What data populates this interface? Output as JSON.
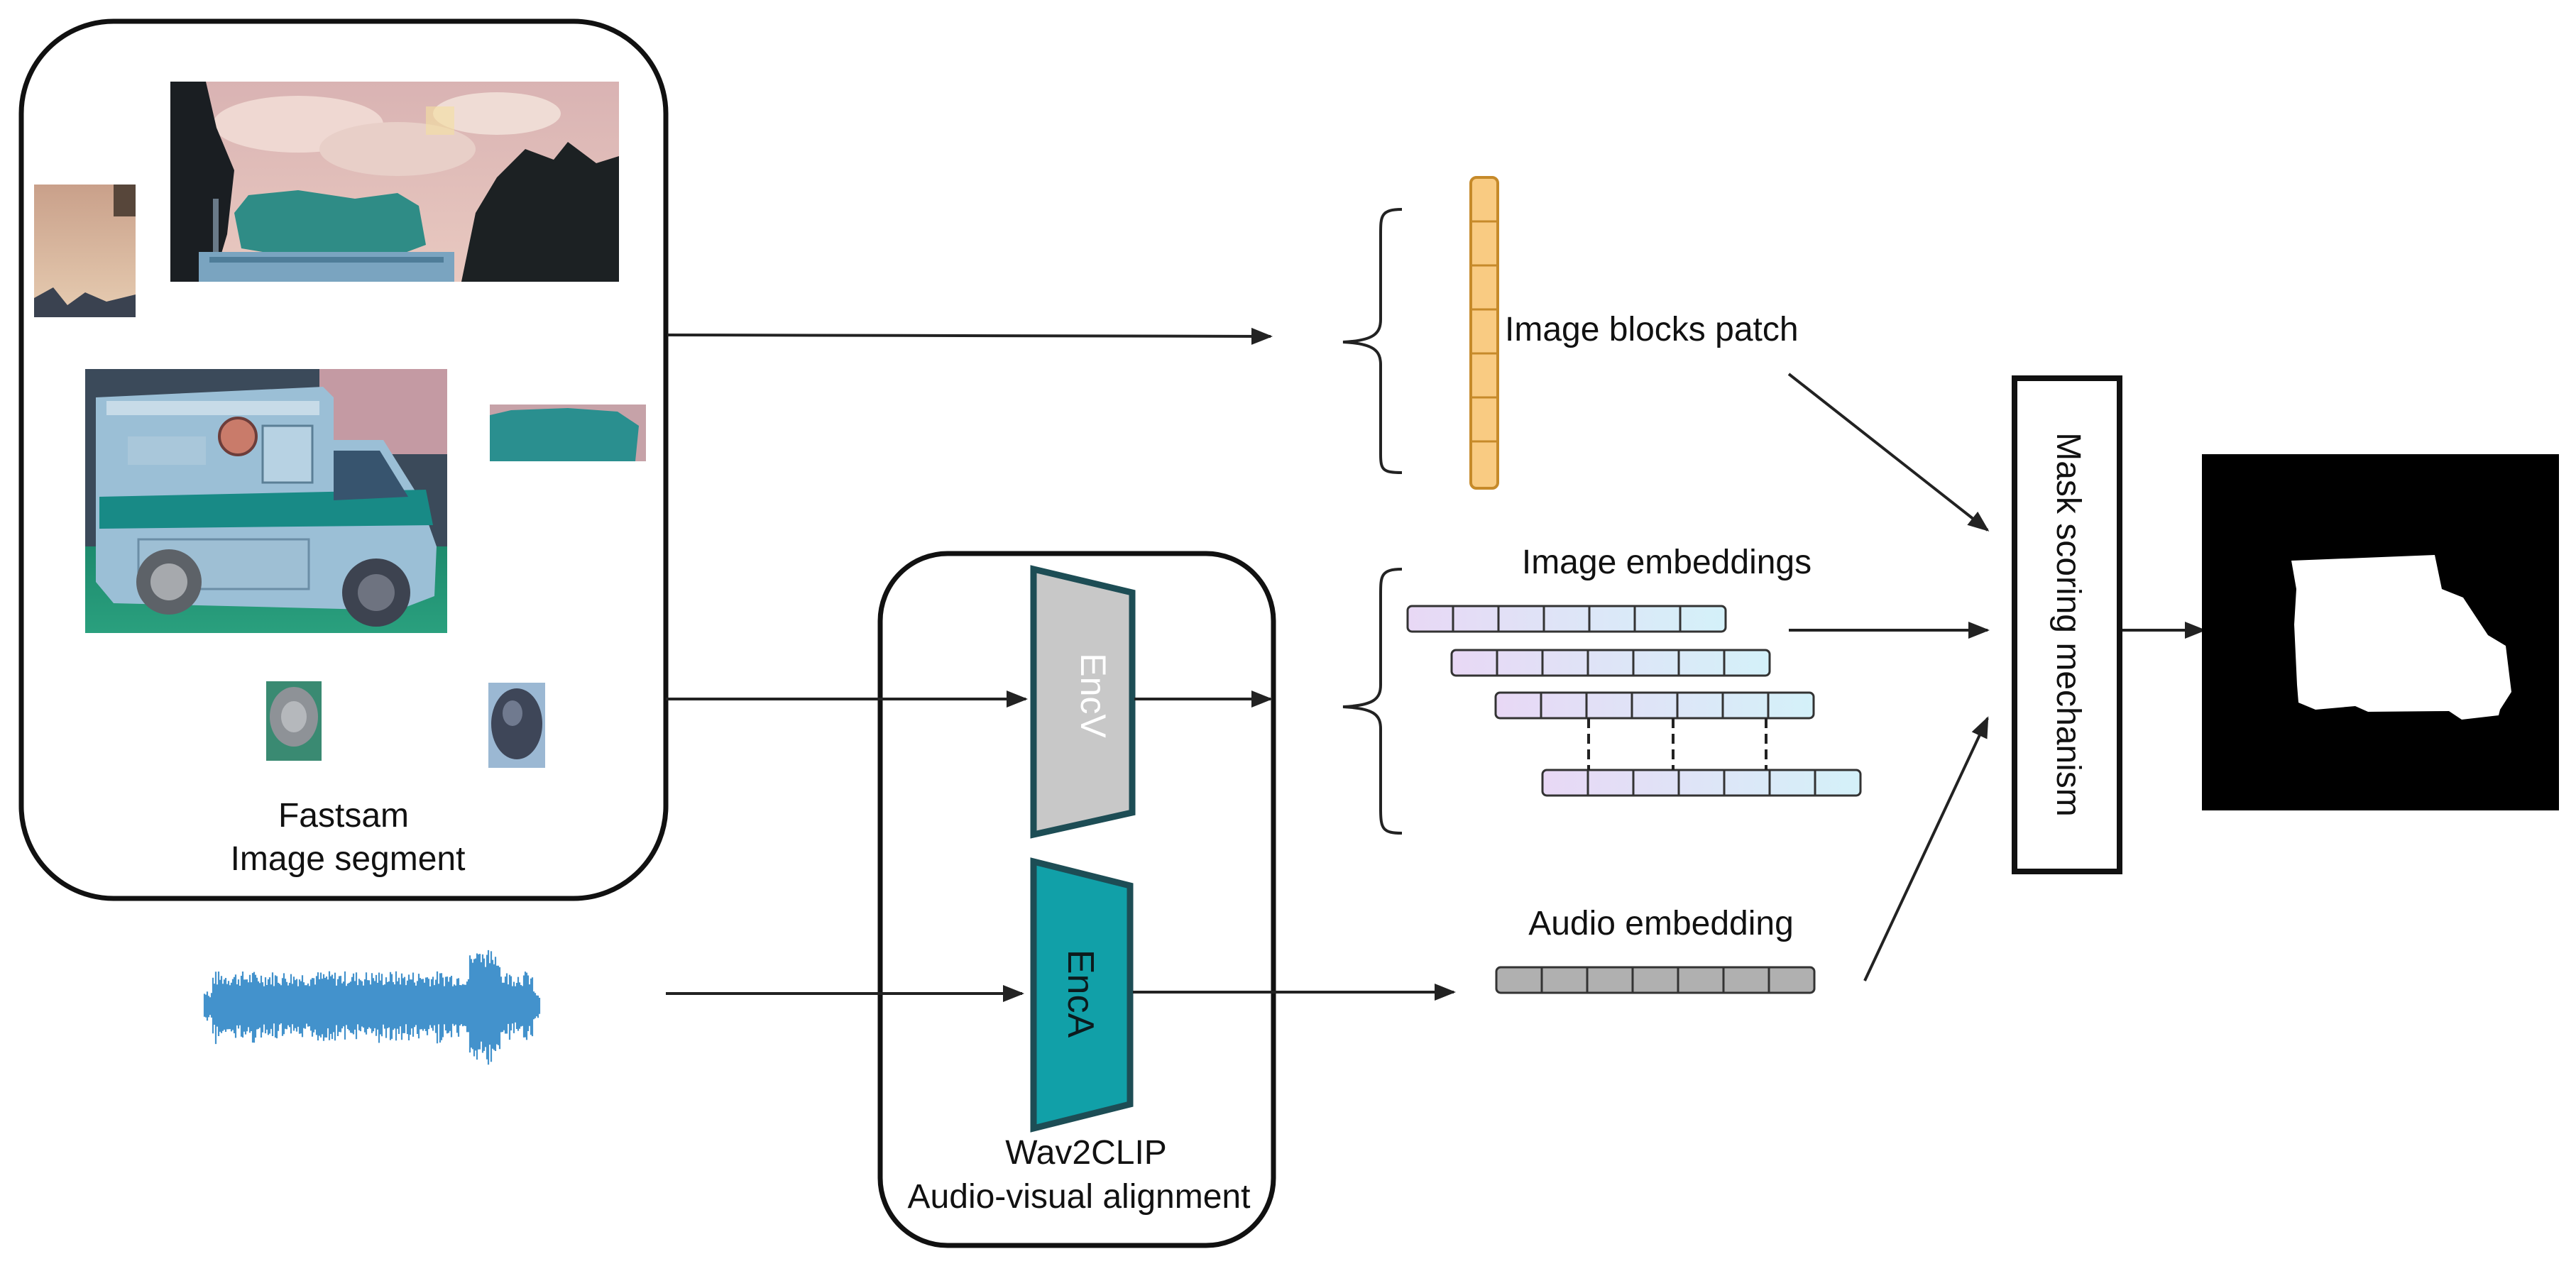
{
  "segment_panel": {
    "line1": "Fastsam",
    "line2": "Image segment"
  },
  "encoders": {
    "visual": "EncV",
    "audio": "EncA",
    "panel_line1": "Wav2CLIP",
    "panel_line2": "Audio-visual alignment"
  },
  "labels": {
    "image_blocks_patch": "Image blocks patch",
    "image_embeddings": "Image embeddings",
    "audio_embedding": "Audio embedding",
    "mask_scoring": "Mask scoring mechanism"
  },
  "colors": {
    "patch_fill": "#f9cb82",
    "patch_stroke": "#c68a2a",
    "encv_fill": "#c8c8c8",
    "enca_fill": "#11a0a8",
    "encoder_stroke": "#1d4d55",
    "waveform": "#2f86c6",
    "audio_embed_fill": "#b0b0b0",
    "mask_bg": "#000000",
    "mask_fg": "#ffffff",
    "embed_grad_start": "#e8d8f5",
    "embed_grad_end": "#d4f1f9"
  }
}
